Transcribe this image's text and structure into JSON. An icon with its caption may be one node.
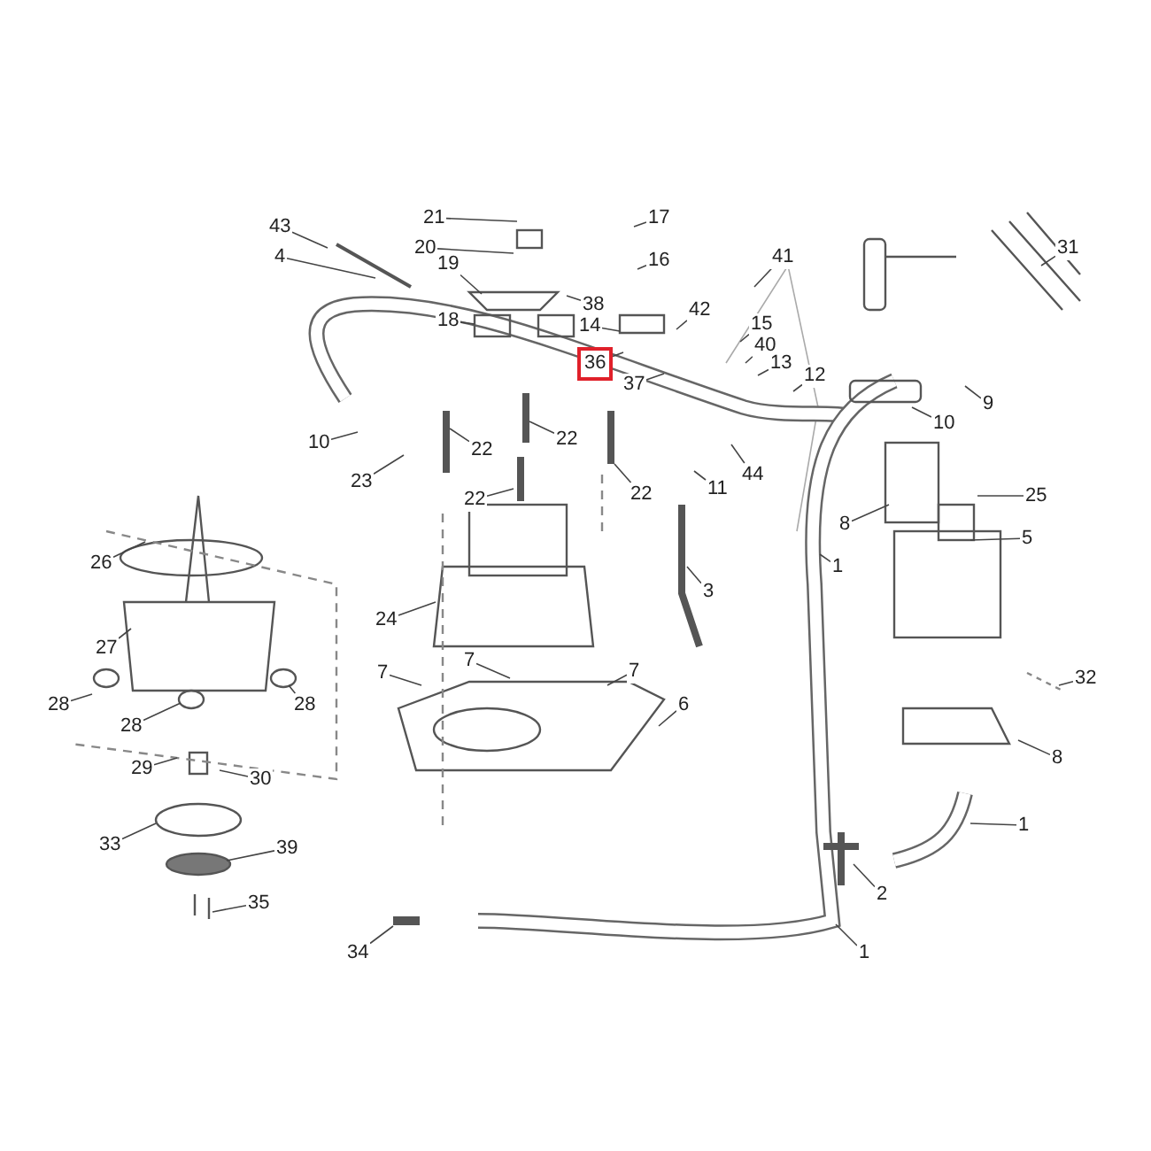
{
  "diagram": {
    "nodes": [
      {
        "text": [
          "43"
        ]
      },
      {
        "text": [
          "4"
        ]
      },
      {
        "text": [
          "21"
        ]
      },
      {
        "text": [
          "20"
        ]
      },
      {
        "text": [
          "19"
        ]
      },
      {
        "text": [
          "17"
        ]
      },
      {
        "text": [
          "16"
        ]
      },
      {
        "text": [
          "41"
        ]
      },
      {
        "text": [
          "31"
        ]
      },
      {
        "text": [
          "38"
        ]
      },
      {
        "text": [
          "18"
        ]
      },
      {
        "text": [
          "14"
        ]
      },
      {
        "text": [
          "42"
        ]
      },
      {
        "text": [
          "15"
        ]
      },
      {
        "text": [
          "40"
        ]
      },
      {
        "text": [
          "13"
        ]
      },
      {
        "text": [
          "36"
        ]
      },
      {
        "text": [
          "12"
        ]
      },
      {
        "text": [
          "37"
        ]
      },
      {
        "text": [
          "9"
        ]
      },
      {
        "text": [
          "10"
        ]
      },
      {
        "text": [
          "10"
        ]
      },
      {
        "text": [
          "22"
        ]
      },
      {
        "text": [
          "22"
        ]
      },
      {
        "text": [
          "23"
        ]
      },
      {
        "text": [
          "22"
        ]
      },
      {
        "text": [
          "22"
        ]
      },
      {
        "text": [
          "44"
        ]
      },
      {
        "text": [
          "11"
        ]
      },
      {
        "text": [
          "25"
        ]
      },
      {
        "text": [
          "8"
        ]
      },
      {
        "text": [
          "5"
        ]
      },
      {
        "text": [
          "26"
        ]
      },
      {
        "text": [
          "1"
        ]
      },
      {
        "text": [
          "3"
        ]
      },
      {
        "text": [
          "27"
        ]
      },
      {
        "text": [
          "24"
        ]
      },
      {
        "text": [
          "7"
        ]
      },
      {
        "text": [
          "7"
        ]
      },
      {
        "text": [
          "7"
        ]
      },
      {
        "text": [
          "32"
        ]
      },
      {
        "text": [
          "28"
        ]
      },
      {
        "text": [
          "28"
        ]
      },
      {
        "text": [
          "6"
        ]
      },
      {
        "text": [
          "28"
        ]
      },
      {
        "text": [
          "8"
        ]
      },
      {
        "text": [
          "29"
        ]
      },
      {
        "text": [
          "30"
        ]
      },
      {
        "text": [
          "1"
        ]
      },
      {
        "text": [
          "33"
        ]
      },
      {
        "text": [
          "39"
        ]
      },
      {
        "text": [
          "2"
        ]
      },
      {
        "text": [
          "35"
        ]
      },
      {
        "text": [
          "34"
        ]
      },
      {
        "text": [
          "1"
        ]
      }
    ],
    "edges": [
      {
        "from": 0,
        "to": null,
        "arrow": "none"
      },
      {
        "from": 1,
        "to": null,
        "arrow": "none"
      },
      {
        "from": 2,
        "to": null,
        "arrow": "none"
      },
      {
        "from": 3,
        "to": null,
        "arrow": "none"
      },
      {
        "from": 4,
        "to": null,
        "arrow": "none"
      },
      {
        "from": 5,
        "to": null,
        "arrow": "none"
      },
      {
        "from": 6,
        "to": null,
        "arrow": "none"
      },
      {
        "from": 7,
        "to": null,
        "arrow": "none"
      },
      {
        "from": 8,
        "to": null,
        "arrow": "none"
      },
      {
        "from": 9,
        "to": null,
        "arrow": "none"
      },
      {
        "from": 10,
        "to": null,
        "arrow": "none"
      },
      {
        "from": 11,
        "to": null,
        "arrow": "none"
      },
      {
        "from": 12,
        "to": null,
        "arrow": "none"
      },
      {
        "from": 13,
        "to": null,
        "arrow": "none"
      },
      {
        "from": 14,
        "to": null,
        "arrow": "none"
      },
      {
        "from": 15,
        "to": null,
        "arrow": "none"
      },
      {
        "from": 16,
        "to": null,
        "arrow": "none"
      },
      {
        "from": 17,
        "to": null,
        "arrow": "none"
      },
      {
        "from": 18,
        "to": null,
        "arrow": "none"
      },
      {
        "from": 19,
        "to": null,
        "arrow": "none"
      },
      {
        "from": 20,
        "to": null,
        "arrow": "none"
      },
      {
        "from": 21,
        "to": null,
        "arrow": "none"
      },
      {
        "from": 22,
        "to": null,
        "arrow": "none"
      },
      {
        "from": 23,
        "to": null,
        "arrow": "none"
      },
      {
        "from": 24,
        "to": null,
        "arrow": "none"
      },
      {
        "from": 25,
        "to": null,
        "arrow": "none"
      },
      {
        "from": 26,
        "to": null,
        "arrow": "none"
      },
      {
        "from": 27,
        "to": null,
        "arrow": "none"
      },
      {
        "from": 28,
        "to": null,
        "arrow": "none"
      },
      {
        "from": 29,
        "to": null,
        "arrow": "none"
      },
      {
        "from": 30,
        "to": null,
        "arrow": "none"
      },
      {
        "from": 31,
        "to": null,
        "arrow": "none"
      },
      {
        "from": 32,
        "to": null,
        "arrow": "none"
      },
      {
        "from": 33,
        "to": null,
        "arrow": "none"
      },
      {
        "from": 34,
        "to": null,
        "arrow": "none"
      },
      {
        "from": 35,
        "to": null,
        "arrow": "none"
      },
      {
        "from": 36,
        "to": null,
        "arrow": "none"
      },
      {
        "from": 37,
        "to": null,
        "arrow": "none"
      },
      {
        "from": 38,
        "to": null,
        "arrow": "none"
      },
      {
        "from": 39,
        "to": null,
        "arrow": "none"
      },
      {
        "from": 40,
        "to": null,
        "arrow": "none"
      },
      {
        "from": 41,
        "to": null,
        "arrow": "none"
      },
      {
        "from": 42,
        "to": null,
        "arrow": "none"
      },
      {
        "from": 43,
        "to": null,
        "arrow": "none"
      },
      {
        "from": 44,
        "to": null,
        "arrow": "none"
      },
      {
        "from": 45,
        "to": null,
        "arrow": "none"
      },
      {
        "from": 46,
        "to": null,
        "arrow": "none"
      },
      {
        "from": 47,
        "to": null,
        "arrow": "none"
      },
      {
        "from": 48,
        "to": null,
        "arrow": "none"
      },
      {
        "from": 49,
        "to": null,
        "arrow": "none"
      },
      {
        "from": 50,
        "to": null,
        "arrow": "none"
      },
      {
        "from": 51,
        "to": null,
        "arrow": "none"
      },
      {
        "from": 52,
        "to": null,
        "arrow": "none"
      },
      {
        "from": 53,
        "to": null,
        "arrow": "none"
      },
      {
        "from": 54,
        "to": null,
        "arrow": "none"
      }
    ]
  }
}
